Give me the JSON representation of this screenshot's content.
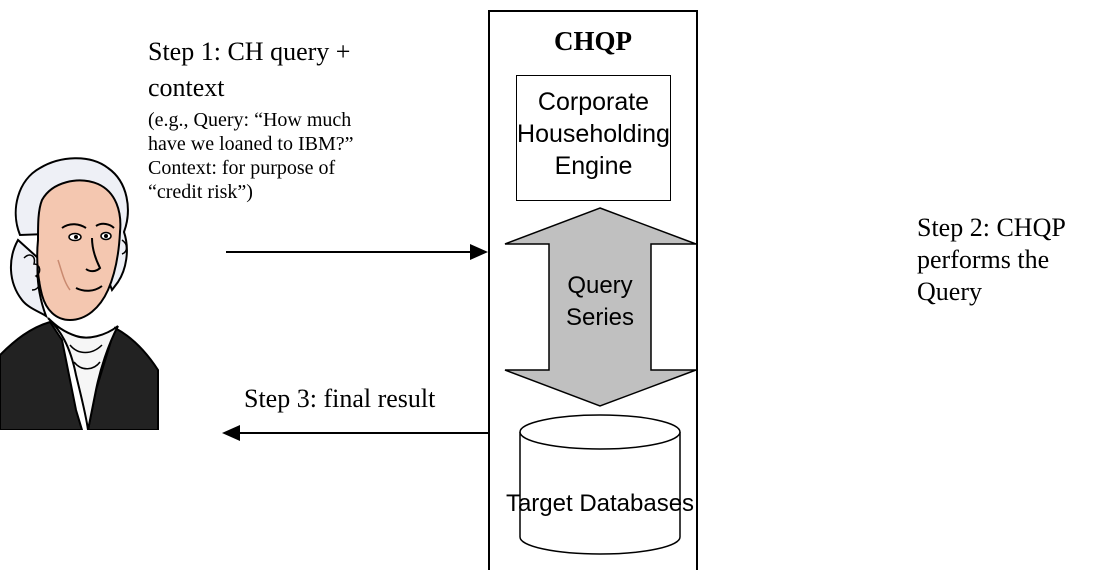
{
  "chqp": {
    "title": "CHQP",
    "engine_label": "Corporate\nHouseholding\nEngine",
    "series_label_line1": "Query",
    "series_label_line2": "Series",
    "db_label": "Target Databases"
  },
  "steps": {
    "step1_line1": "Step 1: CH query +",
    "step1_line2": "context",
    "step1_example_line1": "(e.g., Query: “How much",
    "step1_example_line2": "have we loaned to IBM?”",
    "step1_example_line3": "Context: for purpose of",
    "step1_example_line4": "“credit risk”)",
    "step2_line1": "Step 2: CHQP",
    "step2_line2": "performs the",
    "step2_line3": "Query",
    "step3": "Step 3: final result"
  },
  "colors": {
    "arrow_fill": "#c0c0c0",
    "stroke": "#000000",
    "skin": "#f4c7b0",
    "hair": "#eef0f6"
  },
  "icons": {
    "person": "person-portrait-icon"
  }
}
